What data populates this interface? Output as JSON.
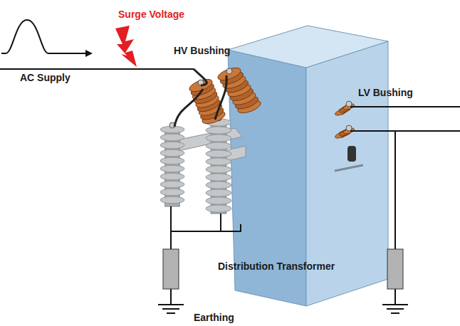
{
  "diagram": {
    "labels": [
      "Surge Voltage",
      "AC Supply",
      "HV Bushing",
      "LV Bushing",
      "Distribution Transformer",
      "Earthing"
    ]
  }
}
